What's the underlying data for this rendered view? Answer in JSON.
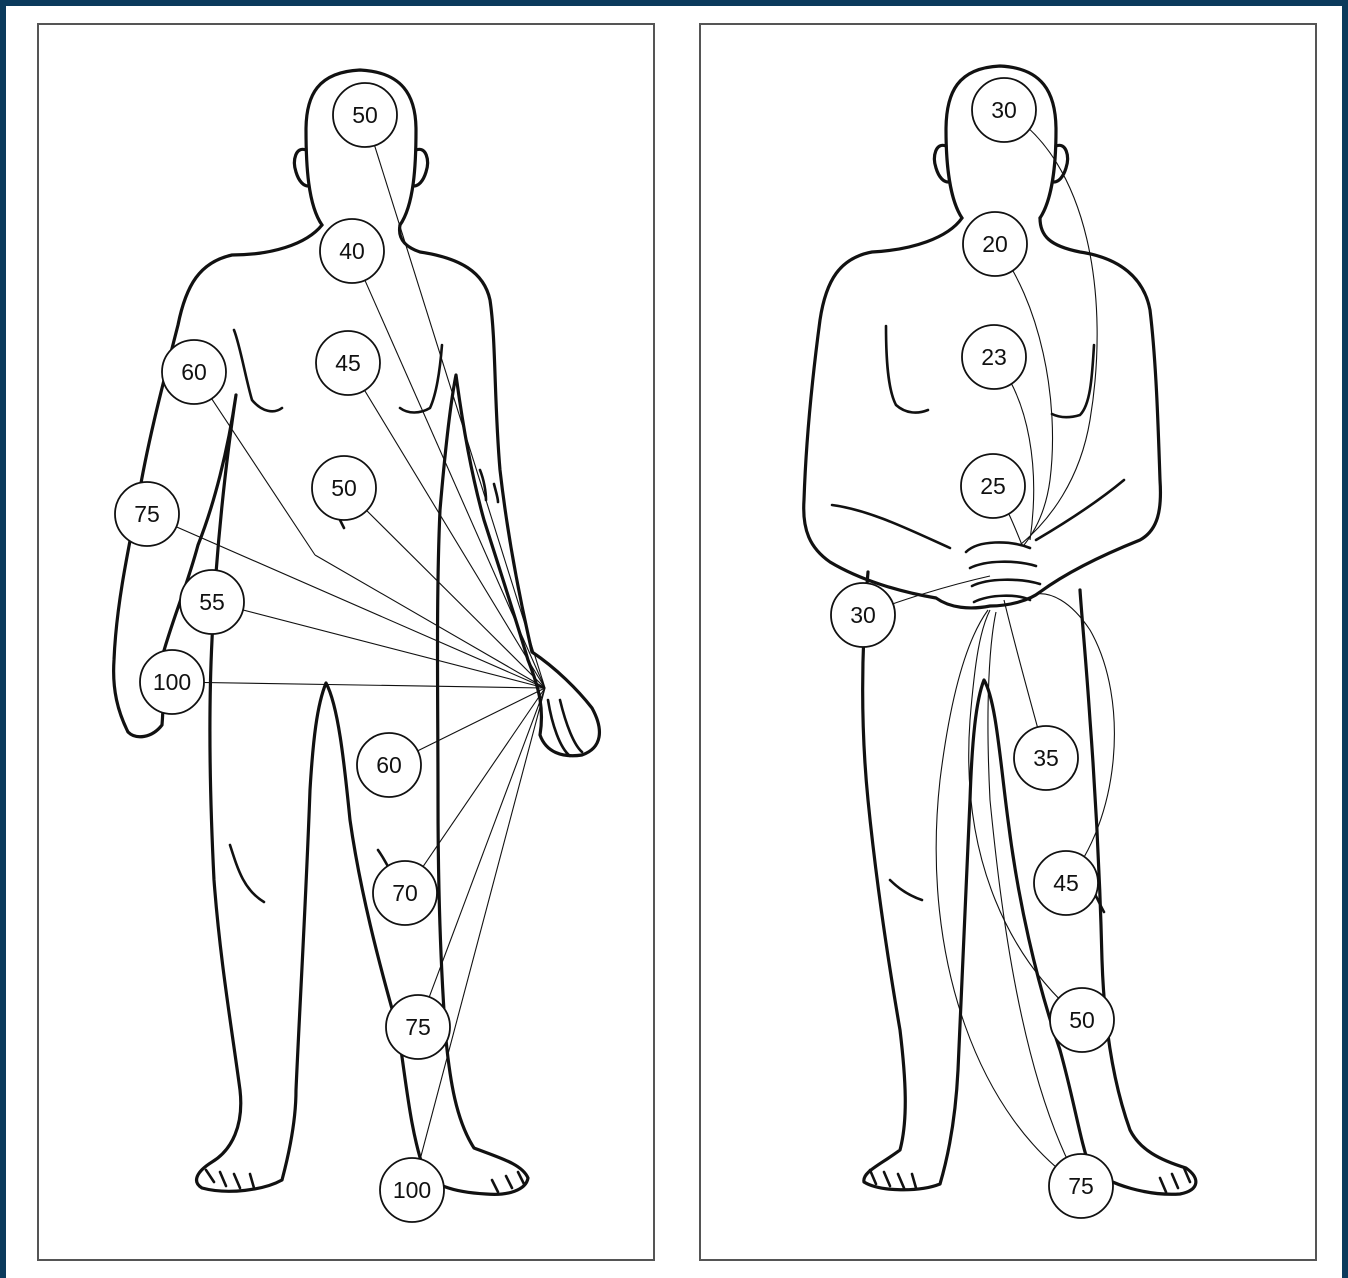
{
  "colors": {
    "background": "#0b3a5c",
    "paper": "#ffffff",
    "ink": "#111111"
  },
  "figures": [
    {
      "name": "left-figure",
      "pose": "arms-at-sides",
      "target_name": "right-hand",
      "connector_style": "straight",
      "points": [
        {
          "id": "head",
          "label": "50"
        },
        {
          "id": "neck",
          "label": "40"
        },
        {
          "id": "chest",
          "label": "45"
        },
        {
          "id": "upper-arm",
          "label": "60"
        },
        {
          "id": "abdomen",
          "label": "50"
        },
        {
          "id": "elbow",
          "label": "75"
        },
        {
          "id": "forearm",
          "label": "55"
        },
        {
          "id": "left-hand",
          "label": "100"
        },
        {
          "id": "thigh",
          "label": "60"
        },
        {
          "id": "knee",
          "label": "70"
        },
        {
          "id": "shin",
          "label": "75"
        },
        {
          "id": "foot",
          "label": "100"
        }
      ]
    },
    {
      "name": "right-figure",
      "pose": "hands-clasped",
      "target_name": "clasped-hands",
      "connector_style": "curved",
      "points": [
        {
          "id": "head",
          "label": "30"
        },
        {
          "id": "neck",
          "label": "20"
        },
        {
          "id": "chest",
          "label": "23"
        },
        {
          "id": "abdomen",
          "label": "25"
        },
        {
          "id": "hip",
          "label": "30"
        },
        {
          "id": "thigh",
          "label": "35"
        },
        {
          "id": "knee",
          "label": "45"
        },
        {
          "id": "shin",
          "label": "50"
        },
        {
          "id": "foot",
          "label": "75"
        }
      ]
    }
  ]
}
